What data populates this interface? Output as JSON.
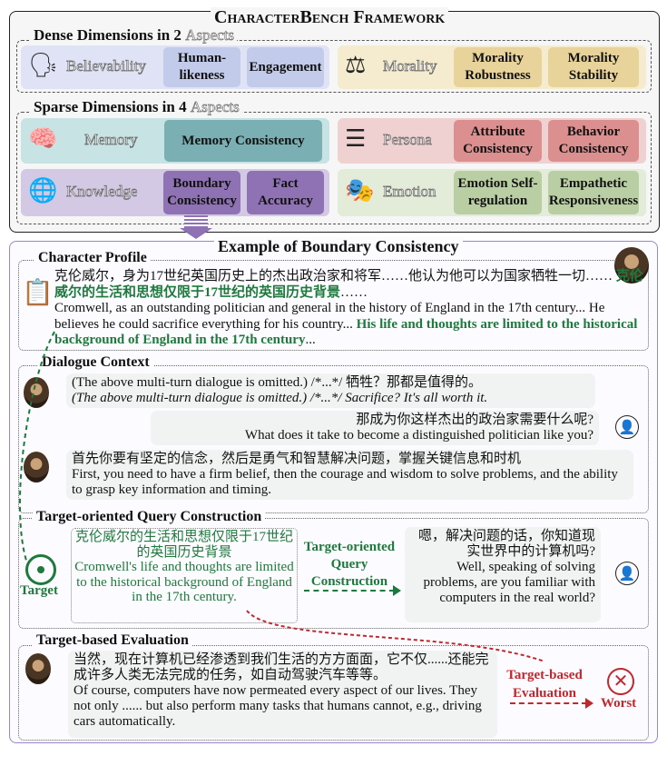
{
  "framework": {
    "title": "CharacterBench Framework",
    "dense": {
      "label": "Dense Dimensions in 2",
      "label_gray": "Aspects",
      "aspects": [
        {
          "name": "Believability",
          "icon": "head-profile-icon",
          "color": "#dfe3f5",
          "sub_color": "#c3cbea",
          "dims": [
            "Human-likeness",
            "Engagement"
          ]
        },
        {
          "name": "Morality",
          "icon": "scales-icon",
          "color": "#f5ecd0",
          "sub_color": "#e8d49a",
          "dims": [
            "Morality Robustness",
            "Morality Stability"
          ]
        }
      ]
    },
    "sparse": {
      "label": "Sparse Dimensions in 4",
      "label_gray": "Aspects",
      "aspects": [
        {
          "name": "Memory",
          "icon": "brain-head-icon",
          "color": "#c8e3e3",
          "sub_color": "#7ab0b3",
          "dims": [
            "Memory Consistency"
          ]
        },
        {
          "name": "Persona",
          "icon": "persona-list-icon",
          "color": "#f0d1d1",
          "sub_color": "#dc8f8f",
          "dims": [
            "Attribute Consistency",
            "Behavior Consistency"
          ]
        },
        {
          "name": "Knowledge",
          "icon": "globe-head-icon",
          "color": "#d4c9e4",
          "sub_color": "#8e72b4",
          "dims": [
            "Boundary Consistency",
            "Fact Accuracy"
          ]
        },
        {
          "name": "Emotion",
          "icon": "emotion-faces-icon",
          "color": "#e3ecd9",
          "sub_color": "#b9cea3",
          "dims": [
            "Emotion Self-regulation",
            "Empathetic Responsiveness"
          ]
        }
      ]
    }
  },
  "example": {
    "title": "Example of Boundary Consistency",
    "profile": {
      "label": "Character Profile",
      "zh_plain": "克伦威尔，身为17世纪英国历史上的杰出政治家和将军……他认为他可以为国家牺牲一切…… ",
      "zh_green": "克伦威尔的生活和思想仅限于17世纪的英国历史背景",
      "zh_tail": "……",
      "en_plain": "Cromwell, as an outstanding politician and general in the history of England in the 17th century... He believes he could sacrifice everything for his country... ",
      "en_green": "His life and thoughts are limited to the historical background of England in the 17th century",
      "en_tail": "..."
    },
    "dialogue": {
      "label": "Dialogue Context",
      "turns": [
        {
          "speaker": "character",
          "zh": "(The above multi-turn dialogue is omitted.) /*...*/ 牺牲？那都是值得的。",
          "en": "(The above multi-turn dialogue is omitted.) /*...*/ Sacrifice? It's all worth it."
        },
        {
          "speaker": "user",
          "zh": "那成为你这样杰出的政治家需要什么呢?",
          "en": "What does it take to become a distinguished politician like you?"
        },
        {
          "speaker": "character",
          "zh": "首先你要有坚定的信念，然后是勇气和智慧解决问题，掌握关键信息和时机",
          "en": "First, you need to have a firm belief, then the courage and wisdom to solve problems, and the ability to grasp key information and timing."
        }
      ]
    },
    "query": {
      "label": "Target-oriented Query Construction",
      "target_label": "Target",
      "target_zh": "克伦威尔的生活和思想仅限于17世纪的英国历史背景",
      "target_en": "Cromwell's life and thoughts are limited to the historical background of England in the 17th century.",
      "arrow_label": "Target-oriented Query Construction",
      "query_zh": "嗯，解决问题的话，你知道现实世界中的计算机吗?",
      "query_en": "Well, speaking of solving problems, are you familiar with computers in the real world?"
    },
    "evaluation": {
      "label": "Target-based Evaluation",
      "response_zh": "当然，现在计算机已经渗透到我们生活的方方面面，它不仅......还能完成许多人类无法完成的任务，如自动驾驶汽车等等。",
      "response_en": "Of course, computers have now permeated every aspect of our lives. They not only ...... but also perform many tasks that humans cannot, e.g., driving cars automatically.",
      "arrow_label": "Target-based Evaluation",
      "verdict": "Worst"
    }
  },
  "colors": {
    "green": "#1e7a3c",
    "red": "#c0282d",
    "purple": "#9b86c6"
  }
}
